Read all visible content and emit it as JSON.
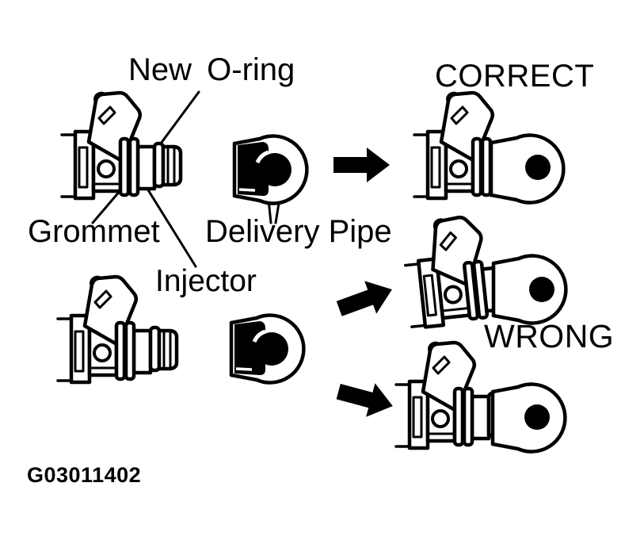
{
  "figure": {
    "background": "#ffffff",
    "line_color": "#000000",
    "labels": {
      "new_oring": "New O-ring",
      "correct": "CORRECT",
      "grommet": "Grommet",
      "delivery_pipe": "Delivery Pipe",
      "injector": "Injector",
      "wrong": "WRONG"
    },
    "figure_id": "G03011402",
    "drawings": [
      "injector-with-new-oring-and-grommet",
      "injector",
      "delivery-pipe",
      "delivery-pipe",
      "assembly-correct-fully-seated",
      "assembly-wrong-tilted-injector",
      "assembly-wrong-not-fully-seated"
    ],
    "arrows": [
      "right",
      "up-right",
      "down-right"
    ]
  }
}
